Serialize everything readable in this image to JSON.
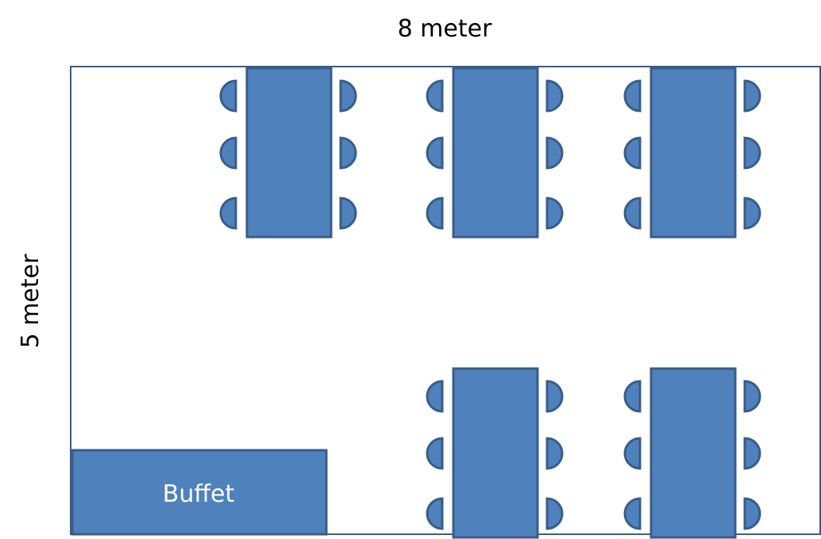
{
  "labels": {
    "width_label": "8 meter",
    "height_label": "5 meter",
    "buffet_label": "Buffet"
  },
  "colors": {
    "fill": "#4f81bd",
    "stroke": "#385d8a",
    "room_border": "#385d8a"
  },
  "tables": [
    {
      "id": "table-1",
      "chairs_per_side": 3
    },
    {
      "id": "table-2",
      "chairs_per_side": 3
    },
    {
      "id": "table-3",
      "chairs_per_side": 3
    },
    {
      "id": "table-4",
      "chairs_per_side": 3
    },
    {
      "id": "table-5",
      "chairs_per_side": 3
    }
  ]
}
